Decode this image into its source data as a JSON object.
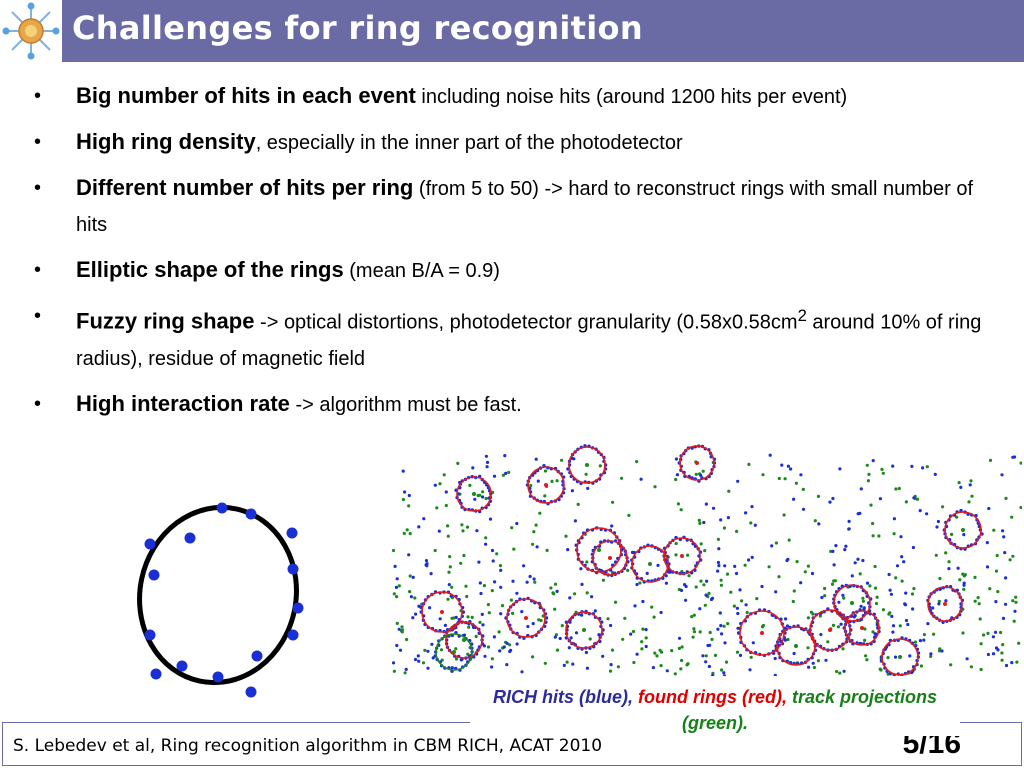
{
  "slide": {
    "title": "Challenges for ring recognition",
    "bullets": [
      {
        "bold": "Big number of hits in each event",
        "rest": " including noise hits (around 1200 hits per event)",
        "sup": "",
        "rest2": ""
      },
      {
        "bold": "High ring density",
        "rest": ", especially in the inner part of the photodetector",
        "sup": "",
        "rest2": ""
      },
      {
        "bold": "Different number of hits per ring",
        "rest": " (from 5 to 50) -> hard to reconstruct rings with small number of hits",
        "sup": "",
        "rest2": ""
      },
      {
        "bold": "Elliptic shape of the rings",
        "rest": " (mean B/A = 0.9)",
        "sup": "",
        "rest2": ""
      },
      {
        "bold": "Fuzzy ring shape",
        "rest": " -> optical distortions, photodetector granularity (0.58x0.58cm",
        "sup": "2",
        "rest2": " around 10% of ring radius), residue of magnetic field"
      },
      {
        "bold": "High interaction rate",
        "rest": " -> algorithm must be fast.",
        "sup": "",
        "rest2": ""
      }
    ],
    "bullet_glyph": "•",
    "caption": {
      "blue": "RICH hits (blue),",
      "red": "found rings (red),",
      "green": "track projections (green)."
    },
    "footer": "S. Lebedev et al, Ring recognition algorithm in CBM RICH, ACAT 2010",
    "page_number": "5/16"
  },
  "colors": {
    "title_bar": "#6a6aa5",
    "hit_blue": "#1a2fd6",
    "ring_red": "#e31a1a",
    "track_green": "#1b8a1b",
    "ellipse_stroke": "#000000"
  }
}
